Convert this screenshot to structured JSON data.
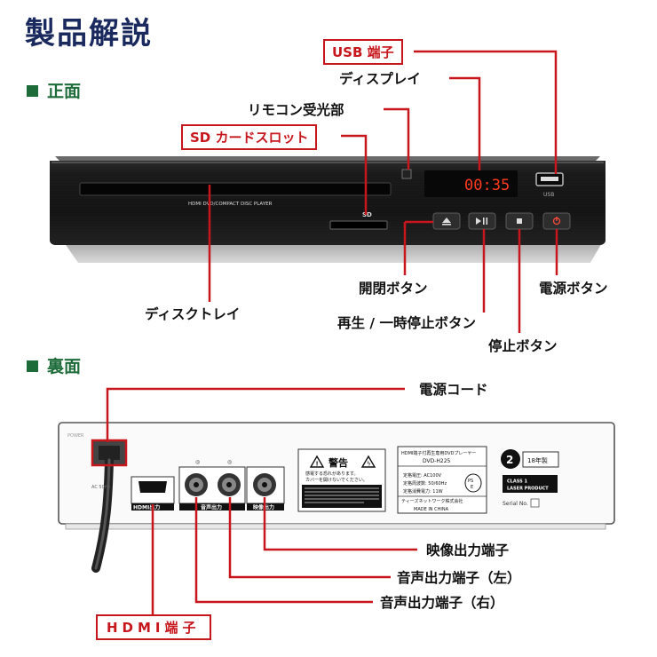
{
  "title": "製品解説",
  "sections": {
    "front": "正面",
    "back": "裏面"
  },
  "front": {
    "callouts": {
      "usb": "USB 端子",
      "display": "ディスプレイ",
      "remote": "リモコン受光部",
      "sd": "SD カードスロット",
      "tray": "ディスクトレイ",
      "eject": "開閉ボタン",
      "play": "再生 / 一時停止ボタン",
      "stop": "停止ボタン",
      "power": "電源ボタン"
    },
    "device": {
      "panel_text": "HDMI DVD/COMPACT DISC PLAYER",
      "sd_text": "SD",
      "display_time": "00:35",
      "usb_text": "USB"
    }
  },
  "back": {
    "callouts": {
      "power_cord": "電源コード",
      "video_out": "映像出力端子",
      "audio_left": "音声出力端子（左）",
      "audio_right": "音声出力端子（右）",
      "hdmi": "HDMI端子"
    },
    "device": {
      "hdmi_label": "HDMI出力",
      "audio_label": "音声出力",
      "video_label": "映像出力",
      "warning_title": "警告",
      "warning_line1": "感電する恐れがあります。",
      "warning_line2": "カバーを開けないでください。",
      "product_name": "HDMI端子付再生専用DVDプレーヤー",
      "model": "DVD-H225",
      "spec1": "定格電圧: AC100V",
      "spec2": "定格周波数: 50/60Hz",
      "spec3": "定格消費電力: 11W",
      "company": "ティーズネットワーク株式会社",
      "made_in": "MADE IN CHINA",
      "year_badge": "18年製",
      "laser1": "CLASS 1",
      "laser2": "LASER PRODUCT",
      "serial": "Serial No."
    }
  },
  "colors": {
    "accent_red": "#c8161d",
    "section_green": "#1e6b3a",
    "title_navy": "#1a2a5e",
    "display_red": "#ff3b1f"
  }
}
